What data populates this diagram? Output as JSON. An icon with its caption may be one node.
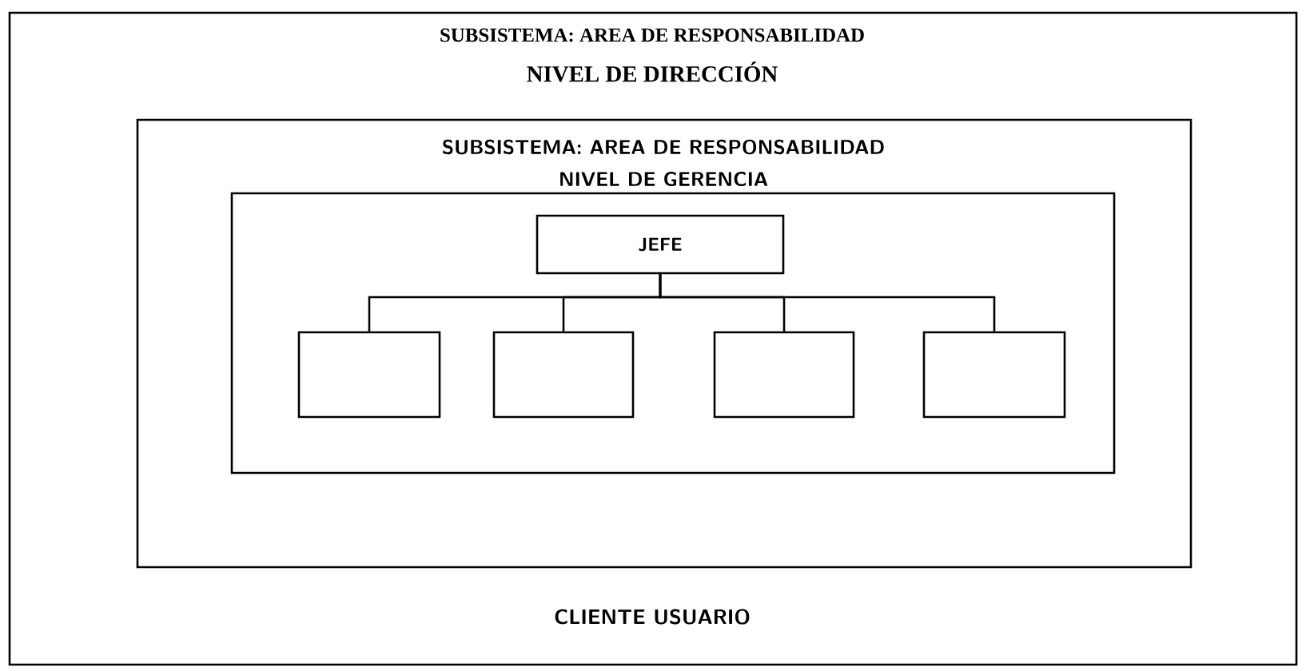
{
  "diagram": {
    "nodes": [
      {
        "text": [
          "SUBSISTEMA: AREA DE RESPONSABILIDAD",
          "NIVEL DE DIRECCIÓN",
          "CLIENTE USUARIO"
        ]
      },
      {
        "text": [
          "SUBSISTEMA: AREA DE RESPONSABILIDAD",
          "NIVEL DE GERENCIA"
        ],
        "in": 0
      },
      {
        "text": [],
        "shape": "box",
        "in": 1
      },
      {
        "text": [
          "JEFE"
        ],
        "in": 2
      },
      {
        "text": [],
        "shape": "box",
        "in": 2
      },
      {
        "text": [],
        "shape": "box",
        "in": 2
      },
      {
        "text": [],
        "shape": "box",
        "in": 2
      },
      {
        "text": [],
        "shape": "box",
        "in": 2
      }
    ],
    "edges": [
      {
        "from": 3,
        "to": 4,
        "arrow": "none"
      },
      {
        "from": 3,
        "to": 5,
        "arrow": "none"
      },
      {
        "from": 3,
        "to": 6,
        "arrow": "none"
      },
      {
        "from": 3,
        "to": 7,
        "arrow": "none"
      }
    ]
  }
}
